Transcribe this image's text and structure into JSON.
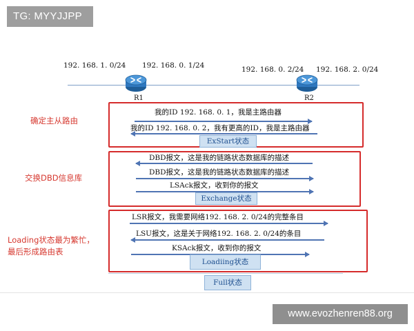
{
  "tag": "TG: MYYJJPP",
  "watermark": "www.evozhenren88.org",
  "networks": {
    "r1_left": "192. 168. 1. 0/24",
    "r1_right": "192. 168. 0. 1/24",
    "r2_left": "192. 168. 0. 2/24",
    "r2_right": "192. 168. 2. 0/24"
  },
  "routers": {
    "r1": "R1",
    "r2": "R2"
  },
  "phases": [
    {
      "label": "确定主从路由",
      "messages": [
        {
          "text": "我的ID 192. 168. 0. 1，我是主路由器",
          "direction": "right"
        },
        {
          "text": "我的ID 192. 168. 0. 2，我有更高的ID，我是主路由器",
          "direction": "left"
        }
      ],
      "state": "ExStart状态"
    },
    {
      "label": "交换DBD信息库",
      "messages": [
        {
          "text": "DBD报文，这是我的链路状态数据库的描述",
          "direction": "left"
        },
        {
          "text": "DBD报文，这是我的链路状态数据库的描述",
          "direction": "right"
        },
        {
          "text": "LSAck报文，收到你的报文",
          "direction": "right"
        }
      ],
      "state": "Exchange状态"
    },
    {
      "label_lines": [
        "Loading状态最为繁忙，",
        "最后形成路由表"
      ],
      "messages": [
        {
          "text": "LSR报文，我需要网络192. 168. 2. 0/24的完整条目",
          "direction": "right"
        },
        {
          "text": "LSU报文，这是关于网络192. 168. 2. 0/24的条目",
          "direction": "left"
        },
        {
          "text": "KSAck报文，收到你的报文",
          "direction": "right"
        }
      ],
      "state": "Loadiing状态"
    }
  ],
  "final_state": "Full状态",
  "colors": {
    "phase_border": "#d52b2b",
    "label": "#d6382f",
    "arrow": "#4f74b3",
    "state_fill": "#cfe1f2"
  },
  "icons": [
    "router-icon"
  ]
}
